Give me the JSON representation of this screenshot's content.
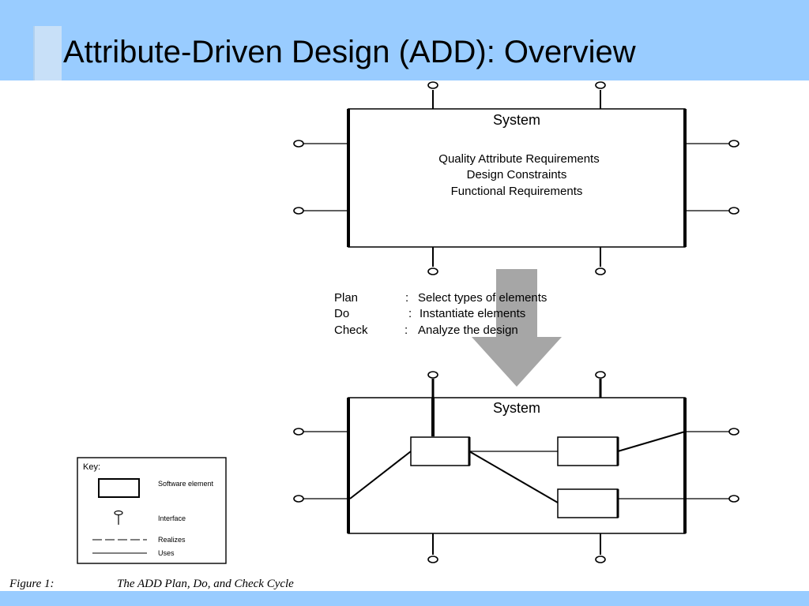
{
  "slide": {
    "title": "Attribute-Driven Design (ADD): Overview"
  },
  "figure": {
    "top_system": {
      "label": "System",
      "requirements": [
        "Quality Attribute Requirements",
        "Design Constraints",
        "Functional Requirements"
      ]
    },
    "cycle": [
      {
        "step": "Plan",
        "separator": ":",
        "text": "Select types of elements"
      },
      {
        "step": "Do",
        "separator": ":",
        "text": "Instantiate elements"
      },
      {
        "step": "Check",
        "separator": ":",
        "text": "Analyze the design"
      }
    ],
    "bottom_system": {
      "label": "System"
    },
    "key": {
      "title": "Key:",
      "items": [
        {
          "icon": "software-element-box",
          "label": "Software element"
        },
        {
          "icon": "interface-lollipop",
          "label": "Interface"
        },
        {
          "icon": "dashed-line",
          "label": "Realizes"
        },
        {
          "icon": "solid-line",
          "label": "Uses"
        }
      ]
    },
    "caption": {
      "label": "Figure 1:",
      "text": "The ADD Plan, Do, and Check Cycle"
    }
  },
  "colors": {
    "title_bar": "#99ccff",
    "arrow": "#a6a6a6",
    "line": "#000000"
  }
}
